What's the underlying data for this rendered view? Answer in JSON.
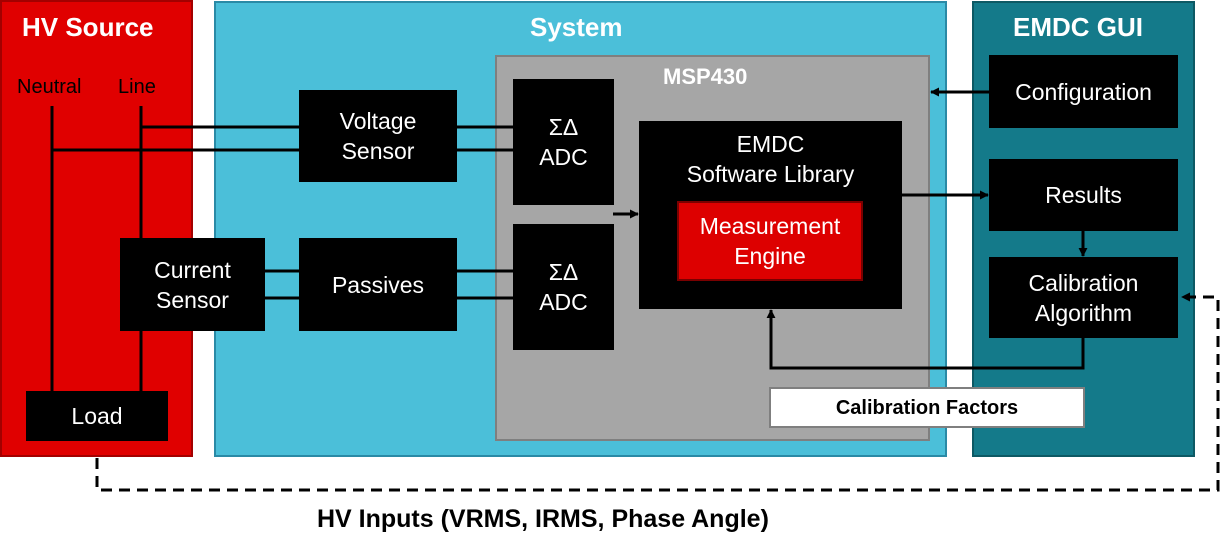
{
  "panels": {
    "hv_source": "HV Source",
    "system": "System",
    "mcu": "MSP430",
    "gui": "EMDC GUI"
  },
  "wire_labels": {
    "neutral": "Neutral",
    "line": "Line"
  },
  "blocks": {
    "voltage_sensor": "Voltage\nSensor",
    "current_sensor": "Current\nSensor",
    "passives": "Passives",
    "adc_top": "ΣΔ\nADC",
    "adc_bottom": "ΣΔ\nADC",
    "library": "EMDC\nSoftware Library",
    "engine": "Measurement\nEngine",
    "load": "Load",
    "configuration": "Configuration",
    "results": "Results",
    "calibration": "Calibration\nAlgorithm",
    "cal_factors": "Calibration Factors"
  },
  "caption": "HV Inputs (VRMS, IRMS, Phase Angle)",
  "colors": {
    "hv_red": "#e00000",
    "system_blue": "#4bbfd9",
    "gui_teal": "#147a8a",
    "mcu_gray": "#a6a6a6",
    "engine_red": "#dd0000"
  }
}
